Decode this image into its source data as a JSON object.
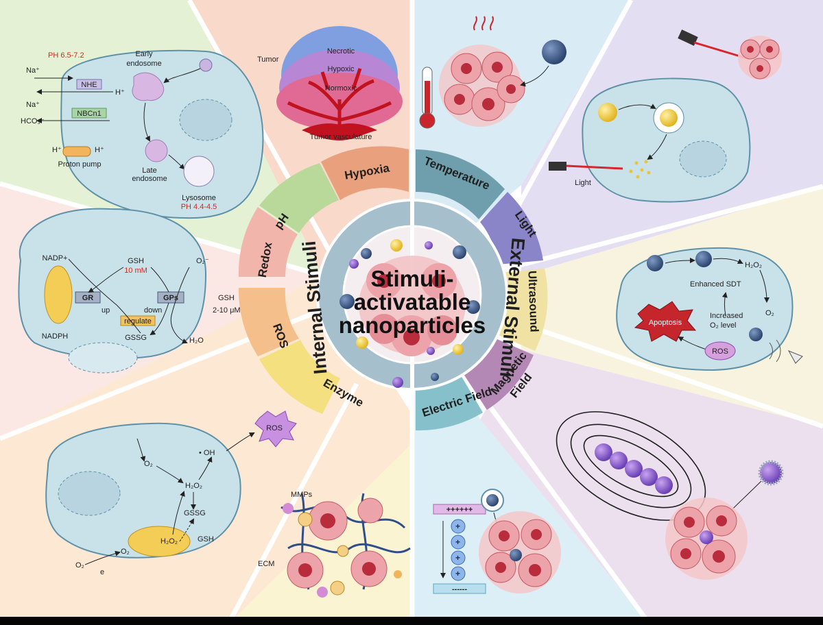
{
  "center": {
    "line1": "Stimuli-",
    "line2": "activatable",
    "line3": "nanoparticles"
  },
  "ring": {
    "left": "Internal Stimuli",
    "right": "External Stimuli"
  },
  "tabs": {
    "hypoxia": "Hypoxia",
    "ph": "pH",
    "redox": "Redox",
    "ros": "ROS",
    "enzyme": "Enzyme",
    "temperature": "Temperature",
    "light": "Light",
    "ultrasound": "Ultrasound",
    "magnetic1": "Magnetic",
    "magnetic2": "Field",
    "electric": "Electric Field"
  },
  "ph": {
    "ph_range": "PH 6.5-7.2",
    "na1": "Na⁺",
    "nhe": "NHE",
    "h1": "H⁺",
    "na2": "Na⁺",
    "nbcn1": "NBCn1",
    "hco3": "HCO₃⁻",
    "h2": "H⁺",
    "h3": "H⁺",
    "proton_pump": "Proton pump",
    "early1": "Early",
    "early2": "endosome",
    "late1": "Late",
    "late2": "endosome",
    "lysosome": "Lysosome",
    "lyso_ph": "PH 4.4-4.5"
  },
  "hypoxia": {
    "tumor": "Tumor",
    "necrotic": "Necrotic",
    "hypoxic": "Hypoxic",
    "normoxic": "Normoxic",
    "vasculature": "Tumor vasculature"
  },
  "redox": {
    "nadp": "NADP+",
    "nadph": "NADPH",
    "gr": "GR",
    "gsh": "GSH",
    "gsh_conc": "10 mM",
    "gps": "GPs",
    "o2minus": "O₂⁻",
    "gssg": "GSSG",
    "h2o": "H₂O",
    "up": "up",
    "down": "down",
    "regulate": "regulate",
    "gsh2": "GSH",
    "gsh2_conc": "2-10 μM"
  },
  "ros": {
    "o2a": "O₂",
    "oh": "• OH",
    "ros_label": "ROS",
    "h2o2a": "H₂O₂",
    "gssg": "GSSG",
    "gsh": "GSH",
    "h2o2b": "H₂O₂",
    "o2b": "O₂",
    "o2c": "O₂",
    "e": "e"
  },
  "enzyme": {
    "mmps": "MMPs",
    "ecm": "ECM"
  },
  "light": {
    "light_label": "Light"
  },
  "ultrasound": {
    "h2o2": "H₂O₂",
    "enhanced": "Enhanced SDT",
    "increased1": "Increased",
    "increased2": "O₂ level",
    "o2": "O₂",
    "apoptosis": "Apoptosis",
    "ros": "ROS"
  },
  "electric": {
    "plus_row": "++++++",
    "minus_row": "------"
  },
  "colors": {
    "ph_bg": "#e4f1d4",
    "hypoxia_bg": "#f9d9ca",
    "redox_bg": "#fbe7e3",
    "ros_bg": "#fce8d3",
    "enzyme_bg": "#fbf4d3",
    "electric_bg": "#dceef6",
    "magnetic_bg": "#ece0ef",
    "ultrasound_bg": "#f8f3de",
    "light_bg": "#e3def1",
    "temperature_bg": "#d9ecf5",
    "ring_fill": "#9fb8c6",
    "cell_fill": "#c9e2ea",
    "cell_stroke": "#5e91a8"
  }
}
